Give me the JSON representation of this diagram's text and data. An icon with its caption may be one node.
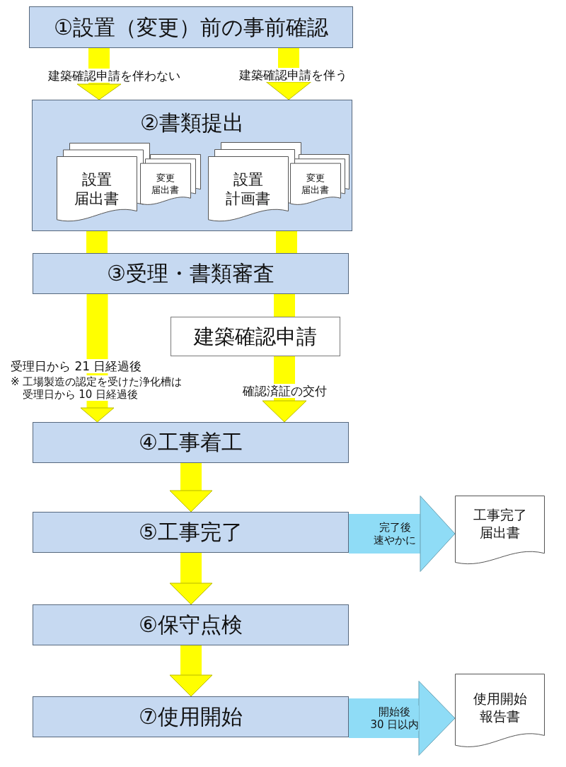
{
  "diagram": {
    "nodes": [
      {
        "text": [
          "①設置（変更）前の事前確認"
        ]
      },
      {
        "text": [
          "②書類提出"
        ]
      },
      {
        "text": [
          "設置届出書"
        ],
        "in": 1
      },
      {
        "text": [
          "変更届出書"
        ],
        "in": 1
      },
      {
        "text": [
          "設置計画書"
        ],
        "in": 1
      },
      {
        "text": [
          "変更届出書"
        ],
        "in": 1
      },
      {
        "text": [
          "③受理・書類審査"
        ]
      },
      {
        "text": [
          "建築確認申請"
        ]
      },
      {
        "text": [
          "④工事着工"
        ]
      },
      {
        "text": [
          "⑤工事完了"
        ]
      },
      {
        "text": [
          "工事完了届出書"
        ]
      },
      {
        "text": [
          "⑥保守点検"
        ]
      },
      {
        "text": [
          "⑦使用開始"
        ]
      },
      {
        "text": [
          "使用開始報告書"
        ]
      }
    ],
    "edges": [
      {
        "from": 0,
        "to": 1,
        "arrow": "to",
        "label": "建築確認申請を伴わない"
      },
      {
        "from": 0,
        "to": 1,
        "arrow": "to",
        "label": "建築確認申請を伴う"
      },
      {
        "from": 1,
        "to": 6,
        "arrow": "none"
      },
      {
        "from": 1,
        "to": 6,
        "arrow": "none"
      },
      {
        "from": 6,
        "to": 8,
        "arrow": "to",
        "label": "受理日から 21 日経過後"
      },
      {
        "from": 6,
        "to": 7,
        "arrow": "none"
      },
      {
        "from": 7,
        "to": 8,
        "arrow": "to",
        "label": "確認済証の交付"
      },
      {
        "from": 8,
        "to": 9,
        "arrow": "to"
      },
      {
        "from": 9,
        "to": 10,
        "arrow": "to",
        "label": "完了後速やかに",
        "style": "thick",
        "color": "#8fdcf6"
      },
      {
        "from": 9,
        "to": 11,
        "arrow": "to"
      },
      {
        "from": 11,
        "to": 12,
        "arrow": "to"
      },
      {
        "from": 12,
        "to": 13,
        "arrow": "to",
        "label": "開始後30 日以内",
        "style": "thick",
        "color": "#8fdcf6"
      }
    ],
    "labels": [
      "※ 工場製造の認定を受けた浄化槽は受理日から 10 日経過後"
    ]
  }
}
